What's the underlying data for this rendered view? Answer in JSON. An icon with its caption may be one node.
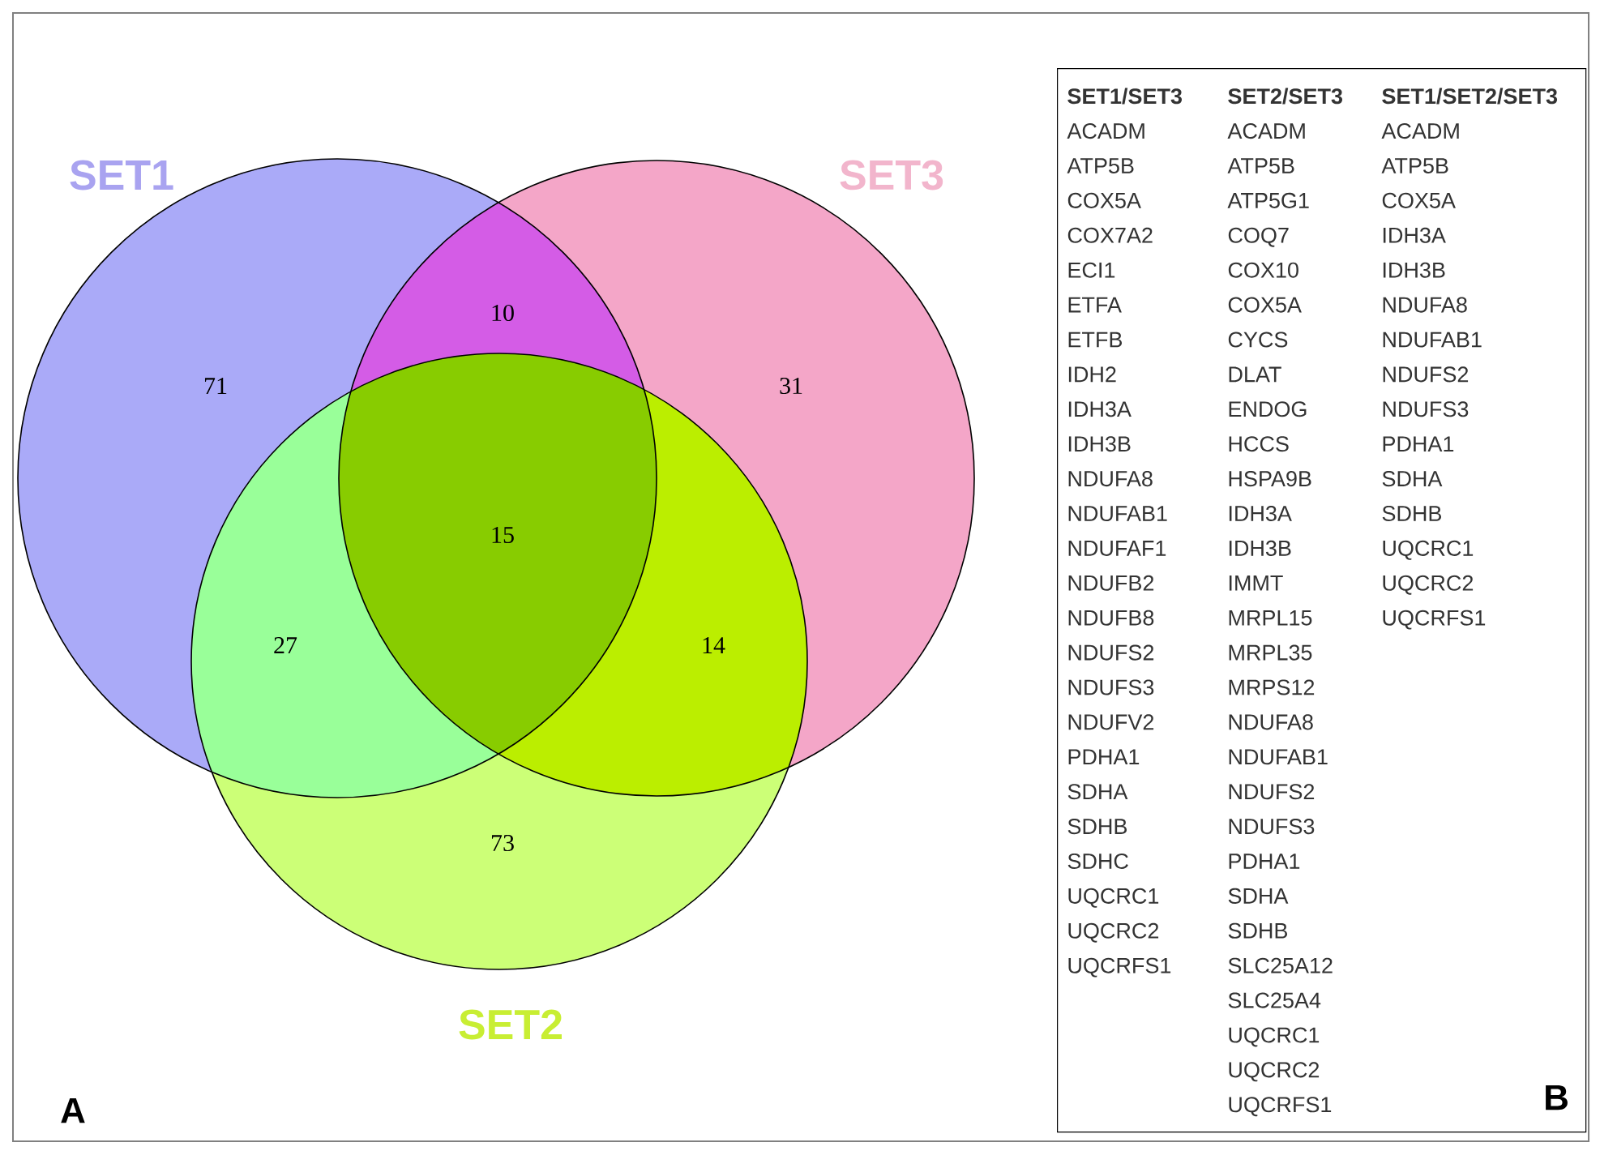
{
  "diagram": {
    "nodes": [
      {
        "text": [
          "SET1"
        ]
      },
      {
        "text": [
          "SET3"
        ]
      },
      {
        "text": [
          "SET2"
        ]
      },
      {
        "text": [],
        "shape": "box"
      },
      {
        "text": [
          "SET1/SET3",
          "ACADM",
          "ATP5B",
          "COX5A",
          "COX7A2",
          "ECI1",
          "ETFA",
          "ETFB",
          "IDH2",
          "IDH3A",
          "IDH3B",
          "NDUFA8",
          "NDUFAB1",
          "NDUFAF1",
          "NDUFB2",
          "NDUFB8",
          "NDUFS2",
          "NDUFS3",
          "NDUFV2",
          "PDHA1",
          "SDHA",
          "SDHB",
          "SDHC",
          "UQCRC1",
          "UQCRC2",
          "UQCRFS1"
        ],
        "in": 3
      },
      {
        "text": [
          "SET2/SET3",
          "ACADM",
          "ATP5B",
          "ATP5G1",
          "COQ7",
          "COX10",
          "COX5A",
          "CYCS",
          "DLAT",
          "ENDOG",
          "HCCS",
          "HSPA9B",
          "IDH3A",
          "IDH3B",
          "IMMT",
          "MRPL15",
          "MRPL35",
          "MRPS12",
          "NDUFA8",
          "NDUFAB1",
          "NDUFS2",
          "NDUFS3",
          "PDHA1",
          "SDHA",
          "SDHB",
          "SLC25A12",
          "SLC25A4",
          "UQCRC1",
          "UQCRC2",
          "UQCRFS1"
        ],
        "in": 3
      },
      {
        "text": [
          "SET1/SET2/SET3",
          "ACADM",
          "ATP5B",
          "COX5A",
          "IDH3A",
          "IDH3B",
          "NDUFA8",
          "NDUFAB1",
          "NDUFS2",
          "NDUFS3",
          "PDHA1",
          "SDHA",
          "SDHB",
          "UQCRC1",
          "UQCRC2",
          "UQCRFS1"
        ],
        "in": 3
      }
    ],
    "labels": [
      "10",
      "71",
      "31",
      "15",
      "27",
      "14",
      "73",
      "A",
      "B"
    ]
  }
}
